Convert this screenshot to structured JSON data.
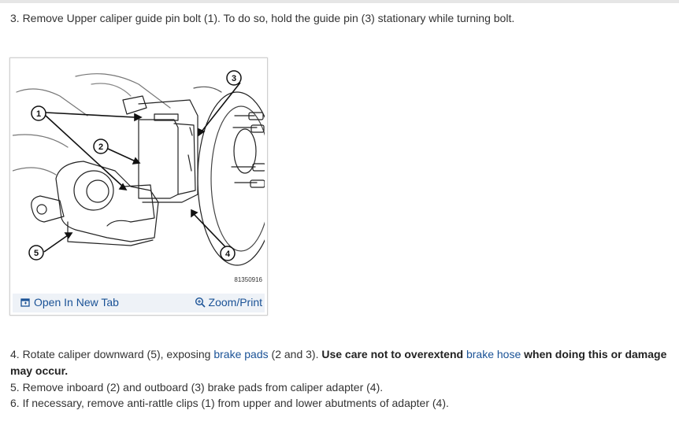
{
  "steps": {
    "s3": "3. Remove Upper caliper guide pin bolt (1). To do so, hold the guide pin (3) stationary while turning bolt.",
    "s4_pre": " 4. Rotate caliper downward (5), exposing ",
    "s4_link1": "brake pads",
    "s4_mid": " (2 and 3). ",
    "s4_bold1": "Use care not to overextend ",
    "s4_link2": "brake hose",
    "s4_bold2": " when doing this or damage may occur.",
    "s5": " 5. Remove inboard (2) and outboard (3) brake pads from caliper adapter (4).",
    "s6": " 6. If necessary, remove anti-rattle clips (1) from upper and lower abutments of adapter (4)."
  },
  "figure": {
    "callouts": [
      "1",
      "2",
      "3",
      "4",
      "5"
    ],
    "code": "81350916",
    "open_tab_label": "Open In New Tab",
    "zoom_label": "Zoom/Print",
    "open_tab_icon": "open-tab-icon",
    "zoom_icon": "zoom-icon"
  },
  "colors": {
    "link": "#1a5296",
    "text": "#333333",
    "bar": "#eef2f7"
  }
}
